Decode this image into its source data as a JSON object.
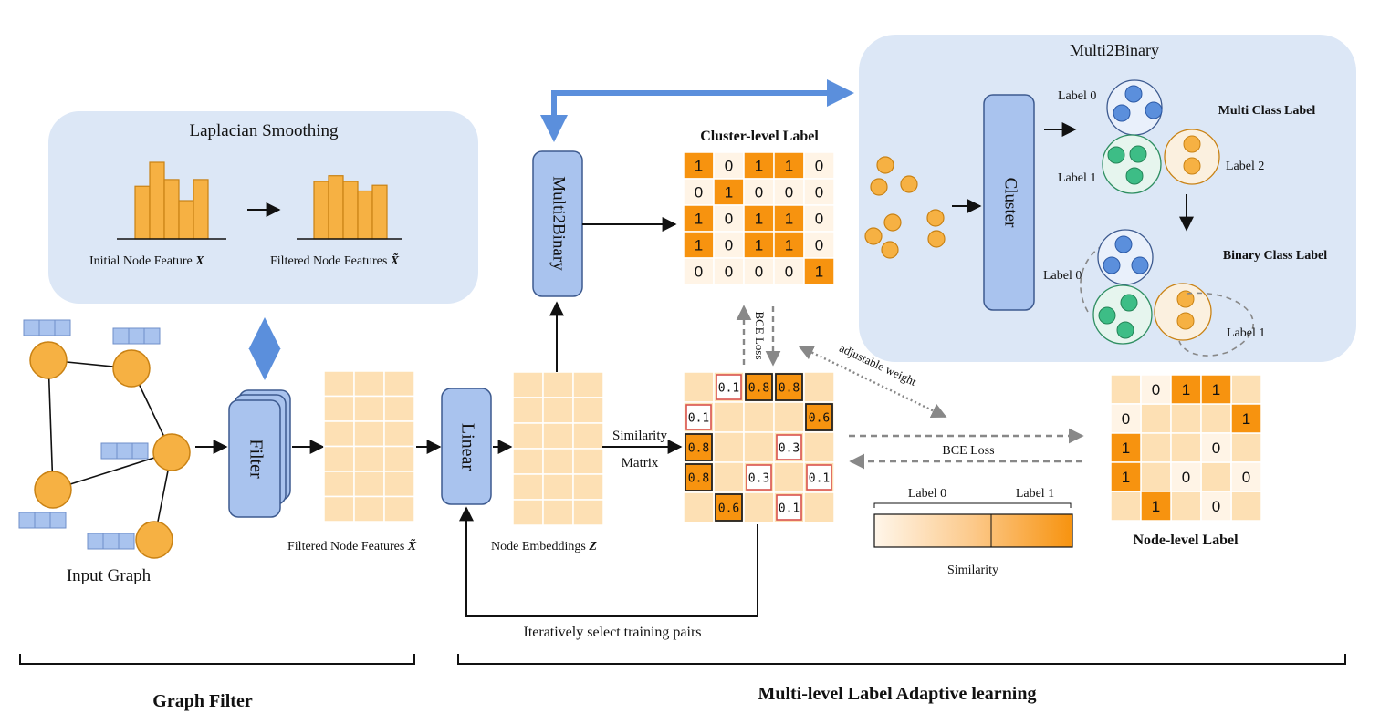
{
  "colors": {
    "panel_bg": "#dce7f6",
    "block_fill": "#a9c3ee",
    "block_stroke": "#3d5a8f",
    "node_orange": "#f6b143",
    "node_orange_stroke": "#c98214",
    "cell_light": "#fde0b4",
    "cell_lighter": "#fff4e6",
    "cell_dark": "#f7930f",
    "feature_blue": "#a9c3ee",
    "arrow_blue": "#5b8fdc",
    "dashed_gray": "#888888",
    "red_outline": "#d9534f",
    "cluster_blue": "#5b8fdc",
    "cluster_green": "#3dbd86",
    "cluster_orange": "#f6b143"
  },
  "laplacian": {
    "title": "Laplacian Smoothing",
    "initial_caption": "Initial Node Feature ",
    "initial_symbol": "X",
    "filtered_caption": "Filtered Node Features ",
    "filtered_symbol": "X̃",
    "initial_bars": [
      0.55,
      0.8,
      0.62,
      0.4,
      0.62
    ],
    "filtered_bars": [
      0.6,
      0.66,
      0.6,
      0.5,
      0.56
    ]
  },
  "input_graph": {
    "label": "Input Graph"
  },
  "filter_block": {
    "label": "Filter"
  },
  "filtered_features": {
    "caption": "Filtered Node Features ",
    "symbol": "X̃"
  },
  "linear_block": {
    "label": "Linear"
  },
  "node_embeddings": {
    "caption": "Node Embeddings ",
    "symbol": "Z"
  },
  "multi2binary_block": {
    "label": "Multi2Binary"
  },
  "similarity": {
    "label_line1": "Similarity",
    "label_line2": "Matrix"
  },
  "iterative": {
    "label": "Iteratively select training pairs"
  },
  "cluster_level": {
    "title": "Cluster-level Label",
    "matrix": [
      [
        1,
        0,
        1,
        1,
        0
      ],
      [
        0,
        1,
        0,
        0,
        0
      ],
      [
        1,
        0,
        1,
        1,
        0
      ],
      [
        1,
        0,
        1,
        1,
        0
      ],
      [
        0,
        0,
        0,
        0,
        1
      ]
    ]
  },
  "bce_loss_vertical": "BCE Loss",
  "adjustable_weight": "adjustable weight",
  "similarity_matrix": {
    "cells": [
      {
        "r": 0,
        "c": 1,
        "v": "0.1",
        "style": "red"
      },
      {
        "r": 0,
        "c": 2,
        "v": "0.8",
        "style": "dark"
      },
      {
        "r": 0,
        "c": 3,
        "v": "0.8",
        "style": "dark"
      },
      {
        "r": 1,
        "c": 0,
        "v": "0.1",
        "style": "red"
      },
      {
        "r": 1,
        "c": 4,
        "v": "0.6",
        "style": "dark"
      },
      {
        "r": 2,
        "c": 0,
        "v": "0.8",
        "style": "dark"
      },
      {
        "r": 2,
        "c": 3,
        "v": "0.3",
        "style": "red"
      },
      {
        "r": 3,
        "c": 0,
        "v": "0.8",
        "style": "dark"
      },
      {
        "r": 3,
        "c": 2,
        "v": "0.3",
        "style": "red"
      },
      {
        "r": 3,
        "c": 4,
        "v": "0.1",
        "style": "red"
      },
      {
        "r": 4,
        "c": 1,
        "v": "0.6",
        "style": "dark"
      },
      {
        "r": 4,
        "c": 3,
        "v": "0.1",
        "style": "red"
      }
    ]
  },
  "bce_loss_horizontal": "BCE Loss",
  "similarity_bar": {
    "label0": "Label 0",
    "label1": "Label 1",
    "caption": "Similarity"
  },
  "node_level": {
    "title": "Node-level Label",
    "cells": [
      {
        "r": 0,
        "c": 1,
        "v": "0",
        "style": "lighter"
      },
      {
        "r": 0,
        "c": 2,
        "v": "1",
        "style": "dark"
      },
      {
        "r": 0,
        "c": 3,
        "v": "1",
        "style": "dark"
      },
      {
        "r": 1,
        "c": 0,
        "v": "0",
        "style": "lighter"
      },
      {
        "r": 1,
        "c": 4,
        "v": "1",
        "style": "dark"
      },
      {
        "r": 2,
        "c": 0,
        "v": "1",
        "style": "dark"
      },
      {
        "r": 2,
        "c": 3,
        "v": "0",
        "style": "lighter"
      },
      {
        "r": 3,
        "c": 0,
        "v": "1",
        "style": "dark"
      },
      {
        "r": 3,
        "c": 2,
        "v": "0",
        "style": "lighter"
      },
      {
        "r": 3,
        "c": 4,
        "v": "0",
        "style": "lighter"
      },
      {
        "r": 4,
        "c": 1,
        "v": "1",
        "style": "dark"
      },
      {
        "r": 4,
        "c": 3,
        "v": "0",
        "style": "lighter"
      }
    ]
  },
  "multi2binary_panel": {
    "title": "Multi2Binary",
    "cluster_label": "Cluster",
    "multi_class_label": "Multi Class Label",
    "binary_class_label": "Binary Class Label",
    "label0": "Label 0",
    "label1": "Label 1",
    "label2": "Label 2",
    "binary_label0": "Label 0",
    "binary_label1": "Label 1"
  },
  "bottom": {
    "graph_filter": "Graph Filter",
    "multi_level": "Multi-level Label Adaptive learning"
  }
}
